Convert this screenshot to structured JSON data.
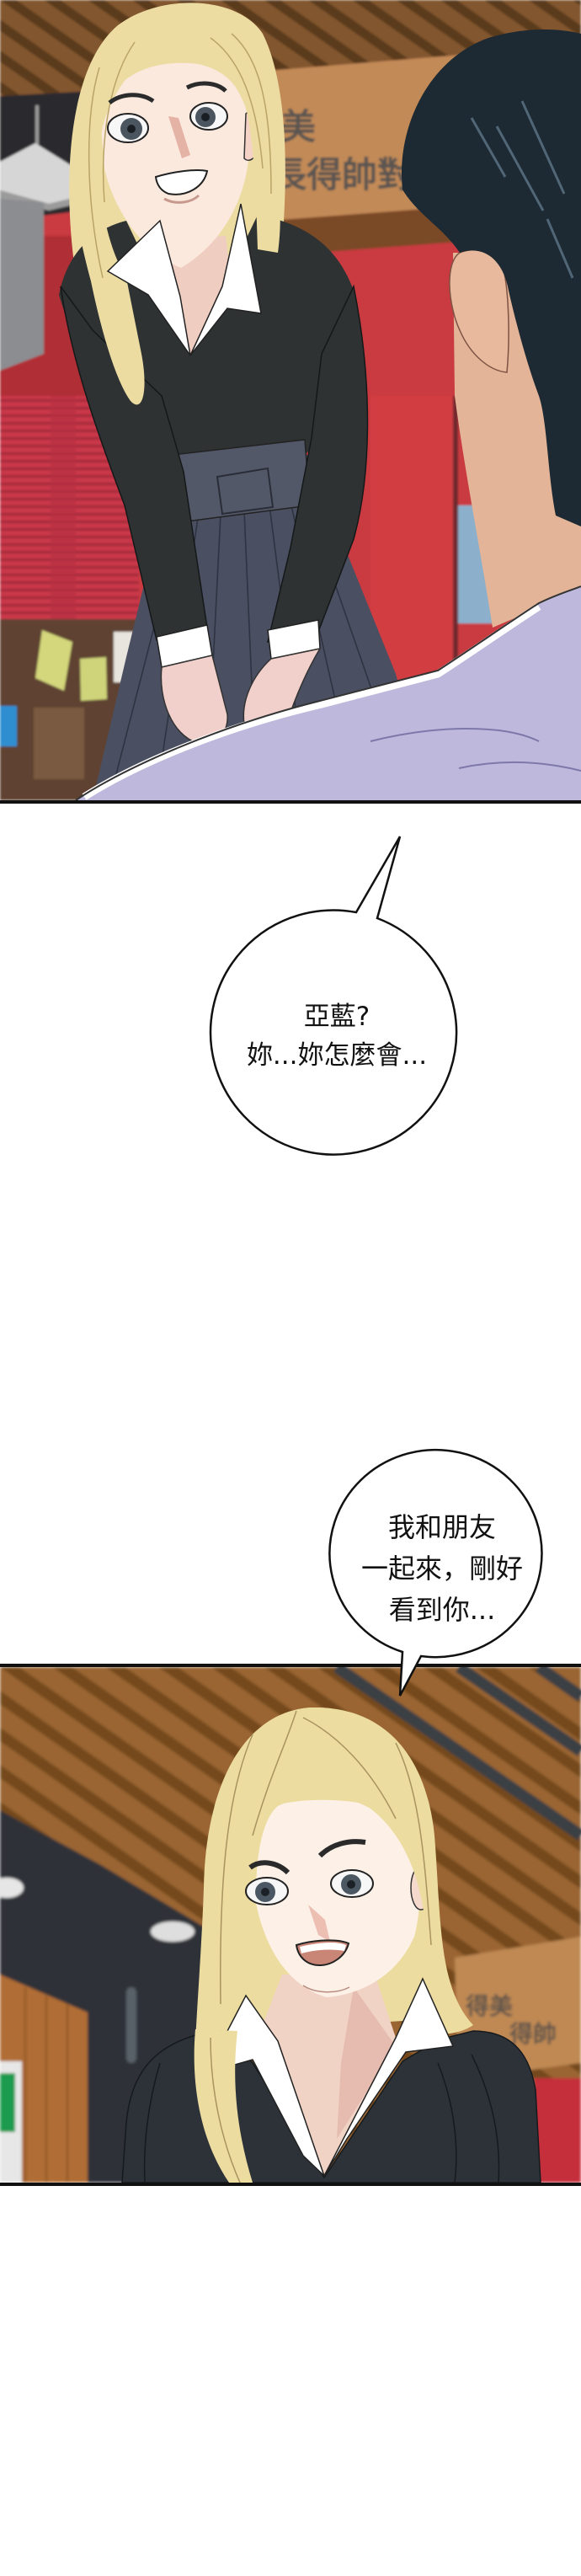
{
  "page": {
    "background": "#ffffff",
    "panel_border": "#111111"
  },
  "panels": [
    {
      "sign": {
        "line1": "美",
        "line2": "長得帥對"
      },
      "colors": {
        "wall": "#c93a40",
        "sign": "#c28a56",
        "woman_hair": "#ecdca2",
        "woman_skin": "#fbe9de",
        "sweater": "#2e3232",
        "skirt": "#4a4f61",
        "man_hair": "#1d2a33",
        "man_skin": "#e3b497",
        "man_shirt": "#bdb8dc"
      }
    },
    {
      "sign": {
        "line1": "得美",
        "line2": "得帥"
      },
      "colors": {
        "dark_wall": "#2d3338",
        "sign": "#c08953",
        "woman_hair": "#ecdca0",
        "woman_skin": "#fdf1e7",
        "sweater": "#2c3238",
        "accent_red": "#c52f3a",
        "accent_green": "#1e9b4f"
      }
    }
  ],
  "bubbles": [
    {
      "lines": [
        "亞藍?",
        "妳...妳怎麼會..."
      ]
    },
    {
      "lines": [
        "我和朋友",
        "一起來，剛好",
        "看到你..."
      ]
    }
  ]
}
